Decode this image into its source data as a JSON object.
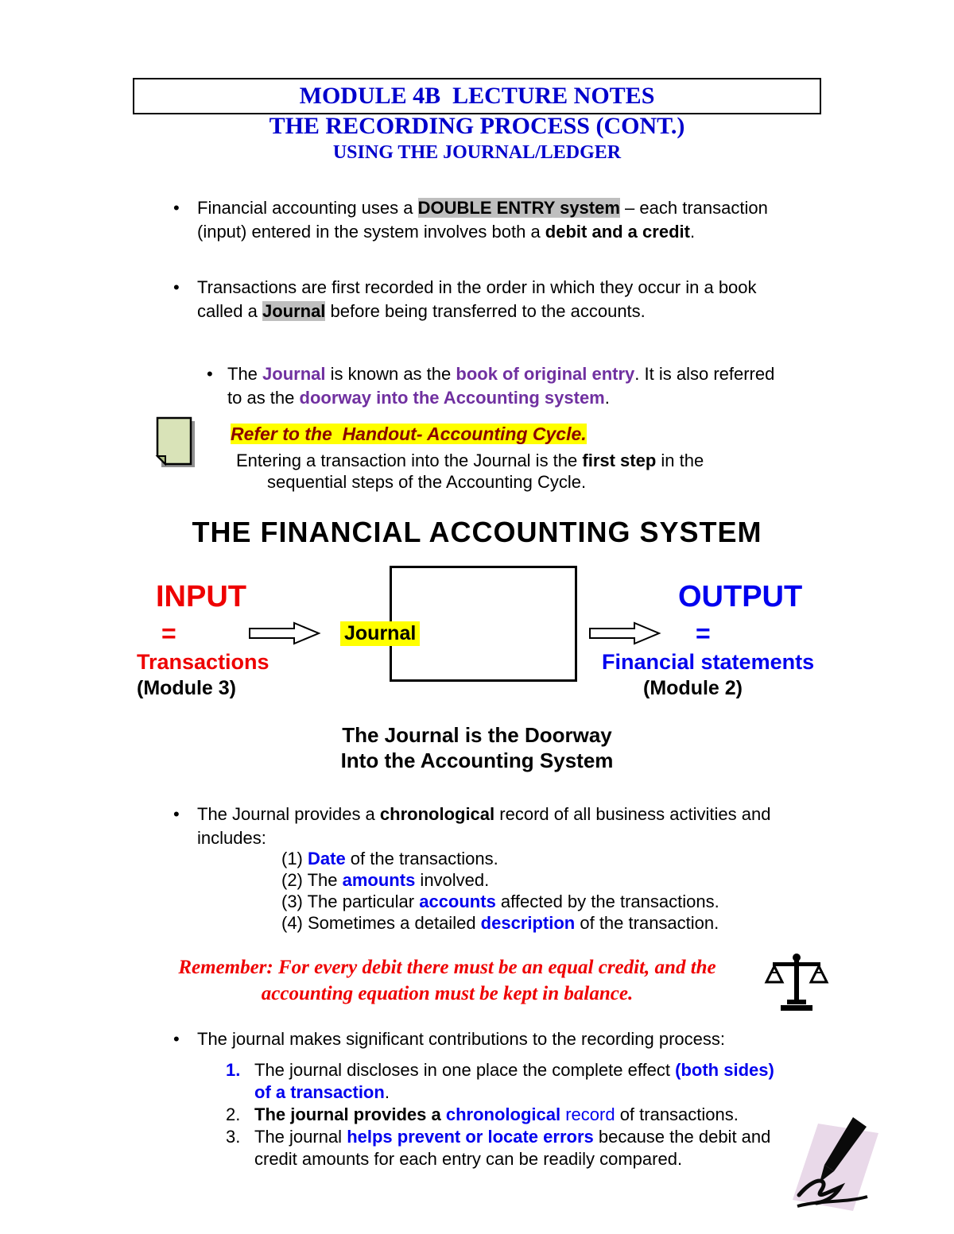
{
  "colors": {
    "heading_blue": "#0000cc",
    "inline_blue": "#0000ee",
    "purple": "#7030a0",
    "red": "#ee0000",
    "dark_red": "#8b0000",
    "gray_highlight": "#bfbfbf",
    "yellow_highlight": "#ffff00"
  },
  "header": {
    "module_title": "MODULE 4B  LECTURE NOTES",
    "title": "THE RECORDING PROCESS (CONT.)",
    "subtitle": "USING THE JOURNAL/LEDGER"
  },
  "bullets": [
    {
      "segments": [
        {
          "text": "Financial accounting uses a ",
          "style": "plain"
        },
        {
          "text": "DOUBLE ENTRY system",
          "style": "hl"
        },
        {
          "text": " – each transaction\n(input) entered in the system involves both a ",
          "style": "plain"
        },
        {
          "text": "debit and a credit",
          "style": "b"
        },
        {
          "text": ".",
          "style": "plain"
        }
      ]
    },
    {
      "segments": [
        {
          "text": "Transactions are first recorded in the order in which they occur in a book\ncalled a ",
          "style": "plain"
        },
        {
          "text": "Journal",
          "style": "hl"
        },
        {
          "text": " before being transferred to the accounts.",
          "style": "plain"
        }
      ]
    },
    {
      "segments": [
        {
          "text": "The ",
          "style": "plain"
        },
        {
          "text": "Journal",
          "style": "purple"
        },
        {
          "text": " is known as the ",
          "style": "plain"
        },
        {
          "text": "book of original entry",
          "style": "purple"
        },
        {
          "text": ". It is also referred\nto as the ",
          "style": "plain"
        },
        {
          "text": "doorway into the Accounting system",
          "style": "purple"
        },
        {
          "text": ".",
          "style": "plain"
        }
      ]
    }
  ],
  "note": {
    "icon": "note-page-icon",
    "highlight_line": "Refer to the  Handout- Accounting Cycle.",
    "line2_segments": [
      {
        "text": "Entering a transaction into the Journal is the ",
        "style": "plain"
      },
      {
        "text": "first step",
        "style": "b"
      },
      {
        "text": " in the",
        "style": "plain"
      }
    ],
    "line3": "sequential steps of the Accounting Cycle."
  },
  "system_heading": "THE FINANCIAL ACCOUNTING SYSTEM",
  "diagram": {
    "input_label": "INPUT",
    "input_equals": "=",
    "input_value": "Transactions",
    "input_module": "(Module 3)",
    "arrow_icon": "flow-arrow-icon",
    "journal_label": "Journal",
    "output_label": "OUTPUT",
    "output_equals": "=",
    "output_value": "Financial statements",
    "output_module": "(Module 2)",
    "caption_line1": "The Journal is the Doorway",
    "caption_line2": "Into the Accounting System"
  },
  "journal_features": {
    "intro_segments": [
      {
        "text": "The Journal provides a ",
        "style": "plain"
      },
      {
        "text": "chronological",
        "style": "b"
      },
      {
        "text": " record of all business activities and\nincludes:",
        "style": "plain"
      }
    ],
    "items": [
      {
        "segments": [
          {
            "text": "(1) ",
            "style": "plain"
          },
          {
            "text": "Date",
            "style": "blue"
          },
          {
            "text": " of the transactions.",
            "style": "plain"
          }
        ]
      },
      {
        "segments": [
          {
            "text": "(2) The ",
            "style": "plain"
          },
          {
            "text": "amounts",
            "style": "blue"
          },
          {
            "text": " involved.",
            "style": "plain"
          }
        ]
      },
      {
        "segments": [
          {
            "text": "(3) The particular ",
            "style": "plain"
          },
          {
            "text": "accounts",
            "style": "blue"
          },
          {
            "text": " affected by the transactions.",
            "style": "plain"
          }
        ]
      },
      {
        "segments": [
          {
            "text": "(4) Sometimes a detailed ",
            "style": "plain"
          },
          {
            "text": "description",
            "style": "blue"
          },
          {
            "text": " of the transaction.",
            "style": "plain"
          }
        ]
      }
    ]
  },
  "reminder": {
    "line1": "Remember: For every debit there must be an equal credit, and the",
    "line2": "accounting equation must be kept in balance.",
    "icon": "balance-scales-icon"
  },
  "contributions": {
    "intro_segments": [
      {
        "text": "The journal makes significant contributions to the recording process:",
        "style": "plain"
      }
    ],
    "items": [
      {
        "number": "1.",
        "segments": [
          {
            "text": "The journal discloses in one place the complete effect ",
            "style": "plain"
          },
          {
            "text": "(both sides)\nof a transaction",
            "style": "blue"
          },
          {
            "text": ".",
            "style": "plain"
          }
        ]
      },
      {
        "number": "2.",
        "segments": [
          {
            "text": "The journal provides a ",
            "style": "b"
          },
          {
            "text": "chronological",
            "style": "blue"
          },
          {
            "text": " record",
            "style": "blue-reg"
          },
          {
            "text": " of transactions.",
            "style": "plain"
          }
        ]
      },
      {
        "number": "3.",
        "segments": [
          {
            "text": "The journal ",
            "style": "plain"
          },
          {
            "text": "helps prevent or locate errors",
            "style": "blue"
          },
          {
            "text": " because the debit and\ncredit amounts for each entry can be readily compared.",
            "style": "plain"
          }
        ]
      }
    ]
  },
  "footer": {
    "icon": "pen-signature-icon"
  }
}
